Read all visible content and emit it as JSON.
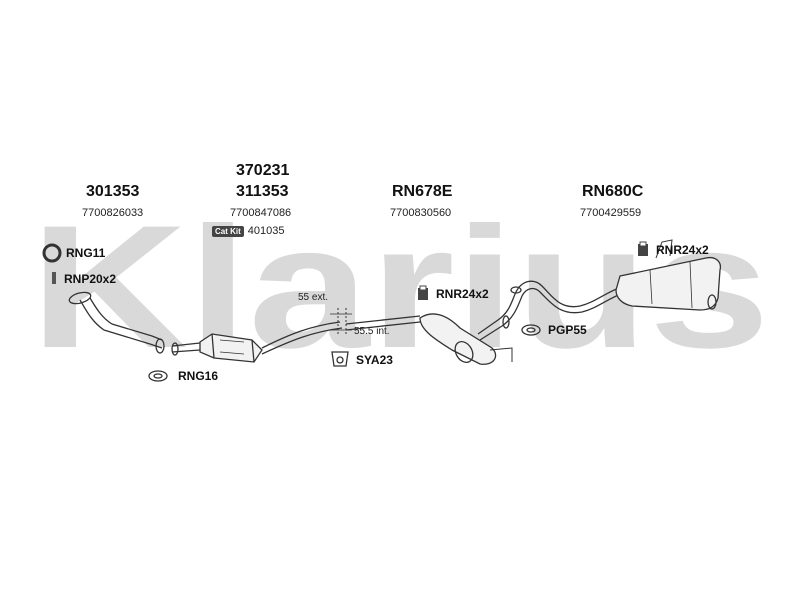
{
  "watermark": {
    "text": "Klarius"
  },
  "parts": [
    {
      "code": "301353",
      "oem": "7700826033"
    },
    {
      "code_top": "370231",
      "code": "311353",
      "oem": "7700847086",
      "catkit_label": "Cat Kit",
      "catkit_number": "401035"
    },
    {
      "code": "RN678E",
      "oem": "7700830560"
    },
    {
      "code": "RN680C",
      "oem": "7700429559"
    }
  ],
  "fittings": {
    "rng11": "RNG11",
    "rnp20x2": "RNP20x2",
    "rng16": "RNG16",
    "sya23": "SYA23",
    "rnr24x2_mid": "RNR24x2",
    "pgp55": "PGP55",
    "rnr24x2_rear": "RNR24x2"
  },
  "notes": {
    "ext": "55 ext.",
    "int": "55.5 int."
  },
  "colors": {
    "watermark": "#d9d9d9",
    "line": "#333333"
  }
}
